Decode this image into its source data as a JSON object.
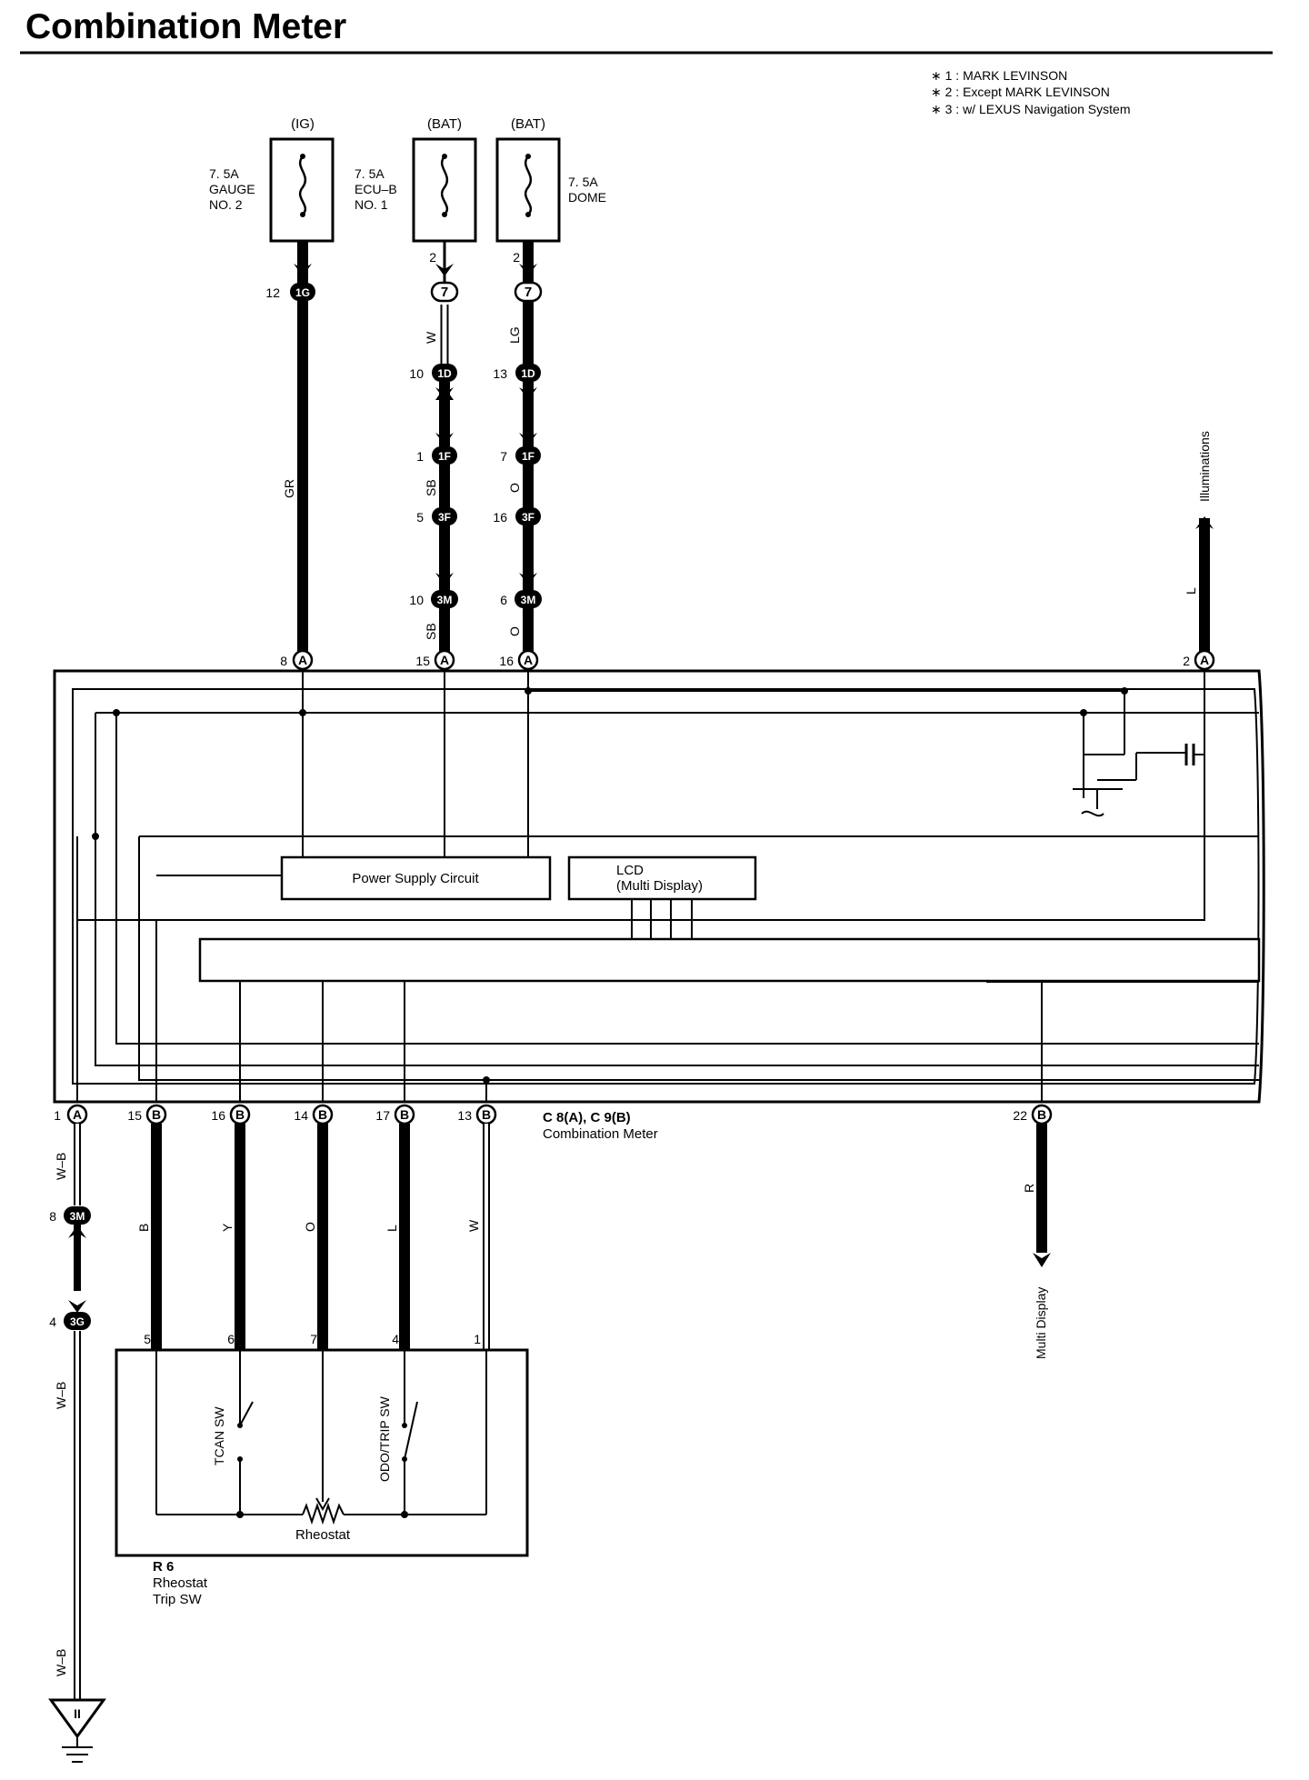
{
  "title": "Combination Meter",
  "notes": [
    "∗ 1 : MARK LEVINSON",
    "∗ 2 : Except MARK LEVINSON",
    "∗ 3 : w/ LEXUS Navigation System"
  ],
  "fuses": [
    {
      "source": "(IG)",
      "lines": [
        "7. 5A",
        "GAUGE",
        "NO. 2"
      ]
    },
    {
      "source": "(BAT)",
      "lines": [
        "7. 5A",
        "ECU–B",
        "NO. 1"
      ]
    },
    {
      "source": "(BAT)",
      "lines": [
        "7. 5A",
        "DOME"
      ]
    }
  ],
  "fuse_pins": [
    "2",
    "2"
  ],
  "connectors": {
    "c_1g": {
      "code": "1G",
      "pin": "12"
    },
    "c_7a": {
      "code": "7"
    },
    "c_7b": {
      "code": "7"
    },
    "c_1d_a": {
      "code": "1D",
      "pin": "10"
    },
    "c_1d_b": {
      "code": "1D",
      "pin": "13"
    },
    "c_1f_a": {
      "code": "1F",
      "pin": "1"
    },
    "c_1f_b": {
      "code": "1F",
      "pin": "7"
    },
    "c_3f_a": {
      "code": "3F",
      "pin": "5"
    },
    "c_3f_b": {
      "code": "3F",
      "pin": "16"
    },
    "c_3m_a": {
      "code": "3M",
      "pin": "10"
    },
    "c_3m_b": {
      "code": "3M",
      "pin": "6"
    },
    "a8": {
      "code": "A",
      "pin": "8"
    },
    "a15": {
      "code": "A",
      "pin": "15"
    },
    "a16": {
      "code": "A",
      "pin": "16"
    },
    "a2": {
      "code": "A",
      "pin": "2"
    },
    "a1": {
      "code": "A",
      "pin": "1"
    },
    "b15": {
      "code": "B",
      "pin": "15"
    },
    "b16": {
      "code": "B",
      "pin": "16"
    },
    "b14": {
      "code": "B",
      "pin": "14"
    },
    "b17": {
      "code": "B",
      "pin": "17"
    },
    "b13": {
      "code": "B",
      "pin": "13"
    },
    "b22": {
      "code": "B",
      "pin": "22"
    },
    "c_3m_c": {
      "code": "3M",
      "pin": "8"
    },
    "c_3g": {
      "code": "3G",
      "pin": "4"
    }
  },
  "wire_colors": {
    "gr": "GR",
    "w_top": "W",
    "lg": "LG",
    "sb1": "SB",
    "sb2": "SB",
    "o1": "O",
    "o2": "O",
    "l_ill": "L",
    "wb1": "W–B",
    "wb2": "W–B",
    "wb3": "W–B",
    "b": "B",
    "y": "Y",
    "o_low": "O",
    "l_low": "L",
    "w_low": "W",
    "r": "R"
  },
  "illuminations": "Illuminations",
  "multi_display": "Multi Display",
  "power_supply": "Power Supply Circuit",
  "lcd": [
    "LCD",
    "(Multi Display)"
  ],
  "meter_connector": [
    "C 8(A), C 9(B)",
    "Combination Meter"
  ],
  "rheostat_pins": [
    "5",
    "6",
    "7",
    "4",
    "1"
  ],
  "tcan_sw": "TCAN SW",
  "odo_sw": "ODO/TRIP SW",
  "rheostat": "Rheostat",
  "r6": [
    "R 6",
    "Rheostat",
    "Trip SW"
  ],
  "ground": "II",
  "colors": {
    "ink": "#000000",
    "paper": "#ffffff"
  }
}
